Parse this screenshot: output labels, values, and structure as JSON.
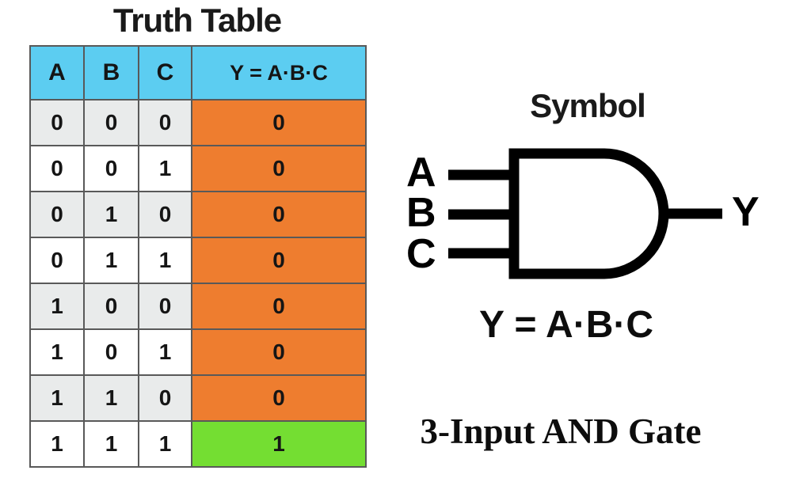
{
  "truth_table": {
    "title": "Truth Table",
    "headers": [
      "A",
      "B",
      "C",
      "Y = A·B·C"
    ],
    "rows": [
      [
        "0",
        "0",
        "0",
        "0"
      ],
      [
        "0",
        "0",
        "1",
        "0"
      ],
      [
        "0",
        "1",
        "0",
        "0"
      ],
      [
        "0",
        "1",
        "1",
        "0"
      ],
      [
        "1",
        "0",
        "0",
        "0"
      ],
      [
        "1",
        "0",
        "1",
        "0"
      ],
      [
        "1",
        "1",
        "0",
        "0"
      ],
      [
        "1",
        "1",
        "1",
        "1"
      ]
    ]
  },
  "symbol": {
    "title": "Symbol",
    "inputs": [
      "A",
      "B",
      "C"
    ],
    "output": "Y",
    "equation": "Y = A·B·C",
    "caption": "3-Input AND Gate"
  },
  "colors": {
    "header_bg": "#5ccdf1",
    "false_bg": "#ee7d2f",
    "true_bg": "#74de32",
    "alt_row_bg": "#e9ebeb",
    "row_bg": "#ffffff",
    "table_border": "#595959"
  }
}
